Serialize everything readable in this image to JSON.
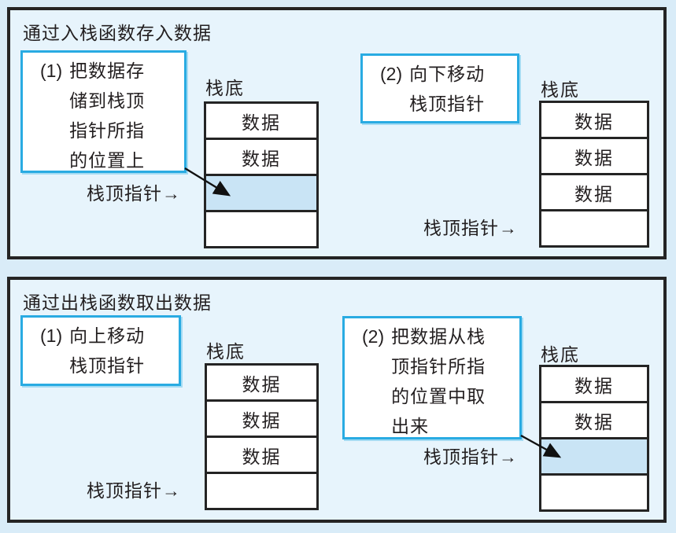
{
  "colors": {
    "page_background": "#d9ecf8",
    "panel_background": "#e7f4fc",
    "panel_border": "#242424",
    "callout_border": "#29abe2",
    "highlight_cell_fill": "#c9e4f5",
    "text": "#231f20"
  },
  "panels": [
    {
      "title": "通过入栈函数存入数据",
      "callouts": [
        {
          "prefix": "(1)",
          "lines": [
            "把数据存",
            "储到栈顶",
            "指针所指",
            "的位置上"
          ]
        },
        {
          "prefix": "(2)",
          "lines": [
            "向下移动",
            "栈顶指针"
          ]
        }
      ],
      "stacks": [
        {
          "base_label": "栈底",
          "pointer_label": "栈顶指针→",
          "pointer_row": 2,
          "cells": [
            {
              "label": "数据",
              "highlighted": false
            },
            {
              "label": "数据",
              "highlighted": false
            },
            {
              "label": "",
              "highlighted": true
            },
            {
              "label": "",
              "highlighted": false
            }
          ]
        },
        {
          "base_label": "栈底",
          "pointer_label": "栈顶指针→",
          "pointer_row": 3,
          "cells": [
            {
              "label": "数据",
              "highlighted": false
            },
            {
              "label": "数据",
              "highlighted": false
            },
            {
              "label": "数据",
              "highlighted": false
            },
            {
              "label": "",
              "highlighted": false
            }
          ]
        }
      ]
    },
    {
      "title": "通过出栈函数取出数据",
      "callouts": [
        {
          "prefix": "(1)",
          "lines": [
            "向上移动",
            "栈顶指针"
          ]
        },
        {
          "prefix": "(2)",
          "lines": [
            "把数据从栈",
            "顶指针所指",
            "的位置中取",
            "出来"
          ]
        }
      ],
      "stacks": [
        {
          "base_label": "栈底",
          "pointer_label": "栈顶指针→",
          "pointer_row": 3,
          "cells": [
            {
              "label": "数据",
              "highlighted": false
            },
            {
              "label": "数据",
              "highlighted": false
            },
            {
              "label": "数据",
              "highlighted": false
            },
            {
              "label": "",
              "highlighted": false
            }
          ]
        },
        {
          "base_label": "栈底",
          "pointer_label": "栈顶指针→",
          "pointer_row": 2,
          "cells": [
            {
              "label": "数据",
              "highlighted": false
            },
            {
              "label": "数据",
              "highlighted": false
            },
            {
              "label": "",
              "highlighted": true
            },
            {
              "label": "",
              "highlighted": false
            }
          ]
        }
      ]
    }
  ]
}
